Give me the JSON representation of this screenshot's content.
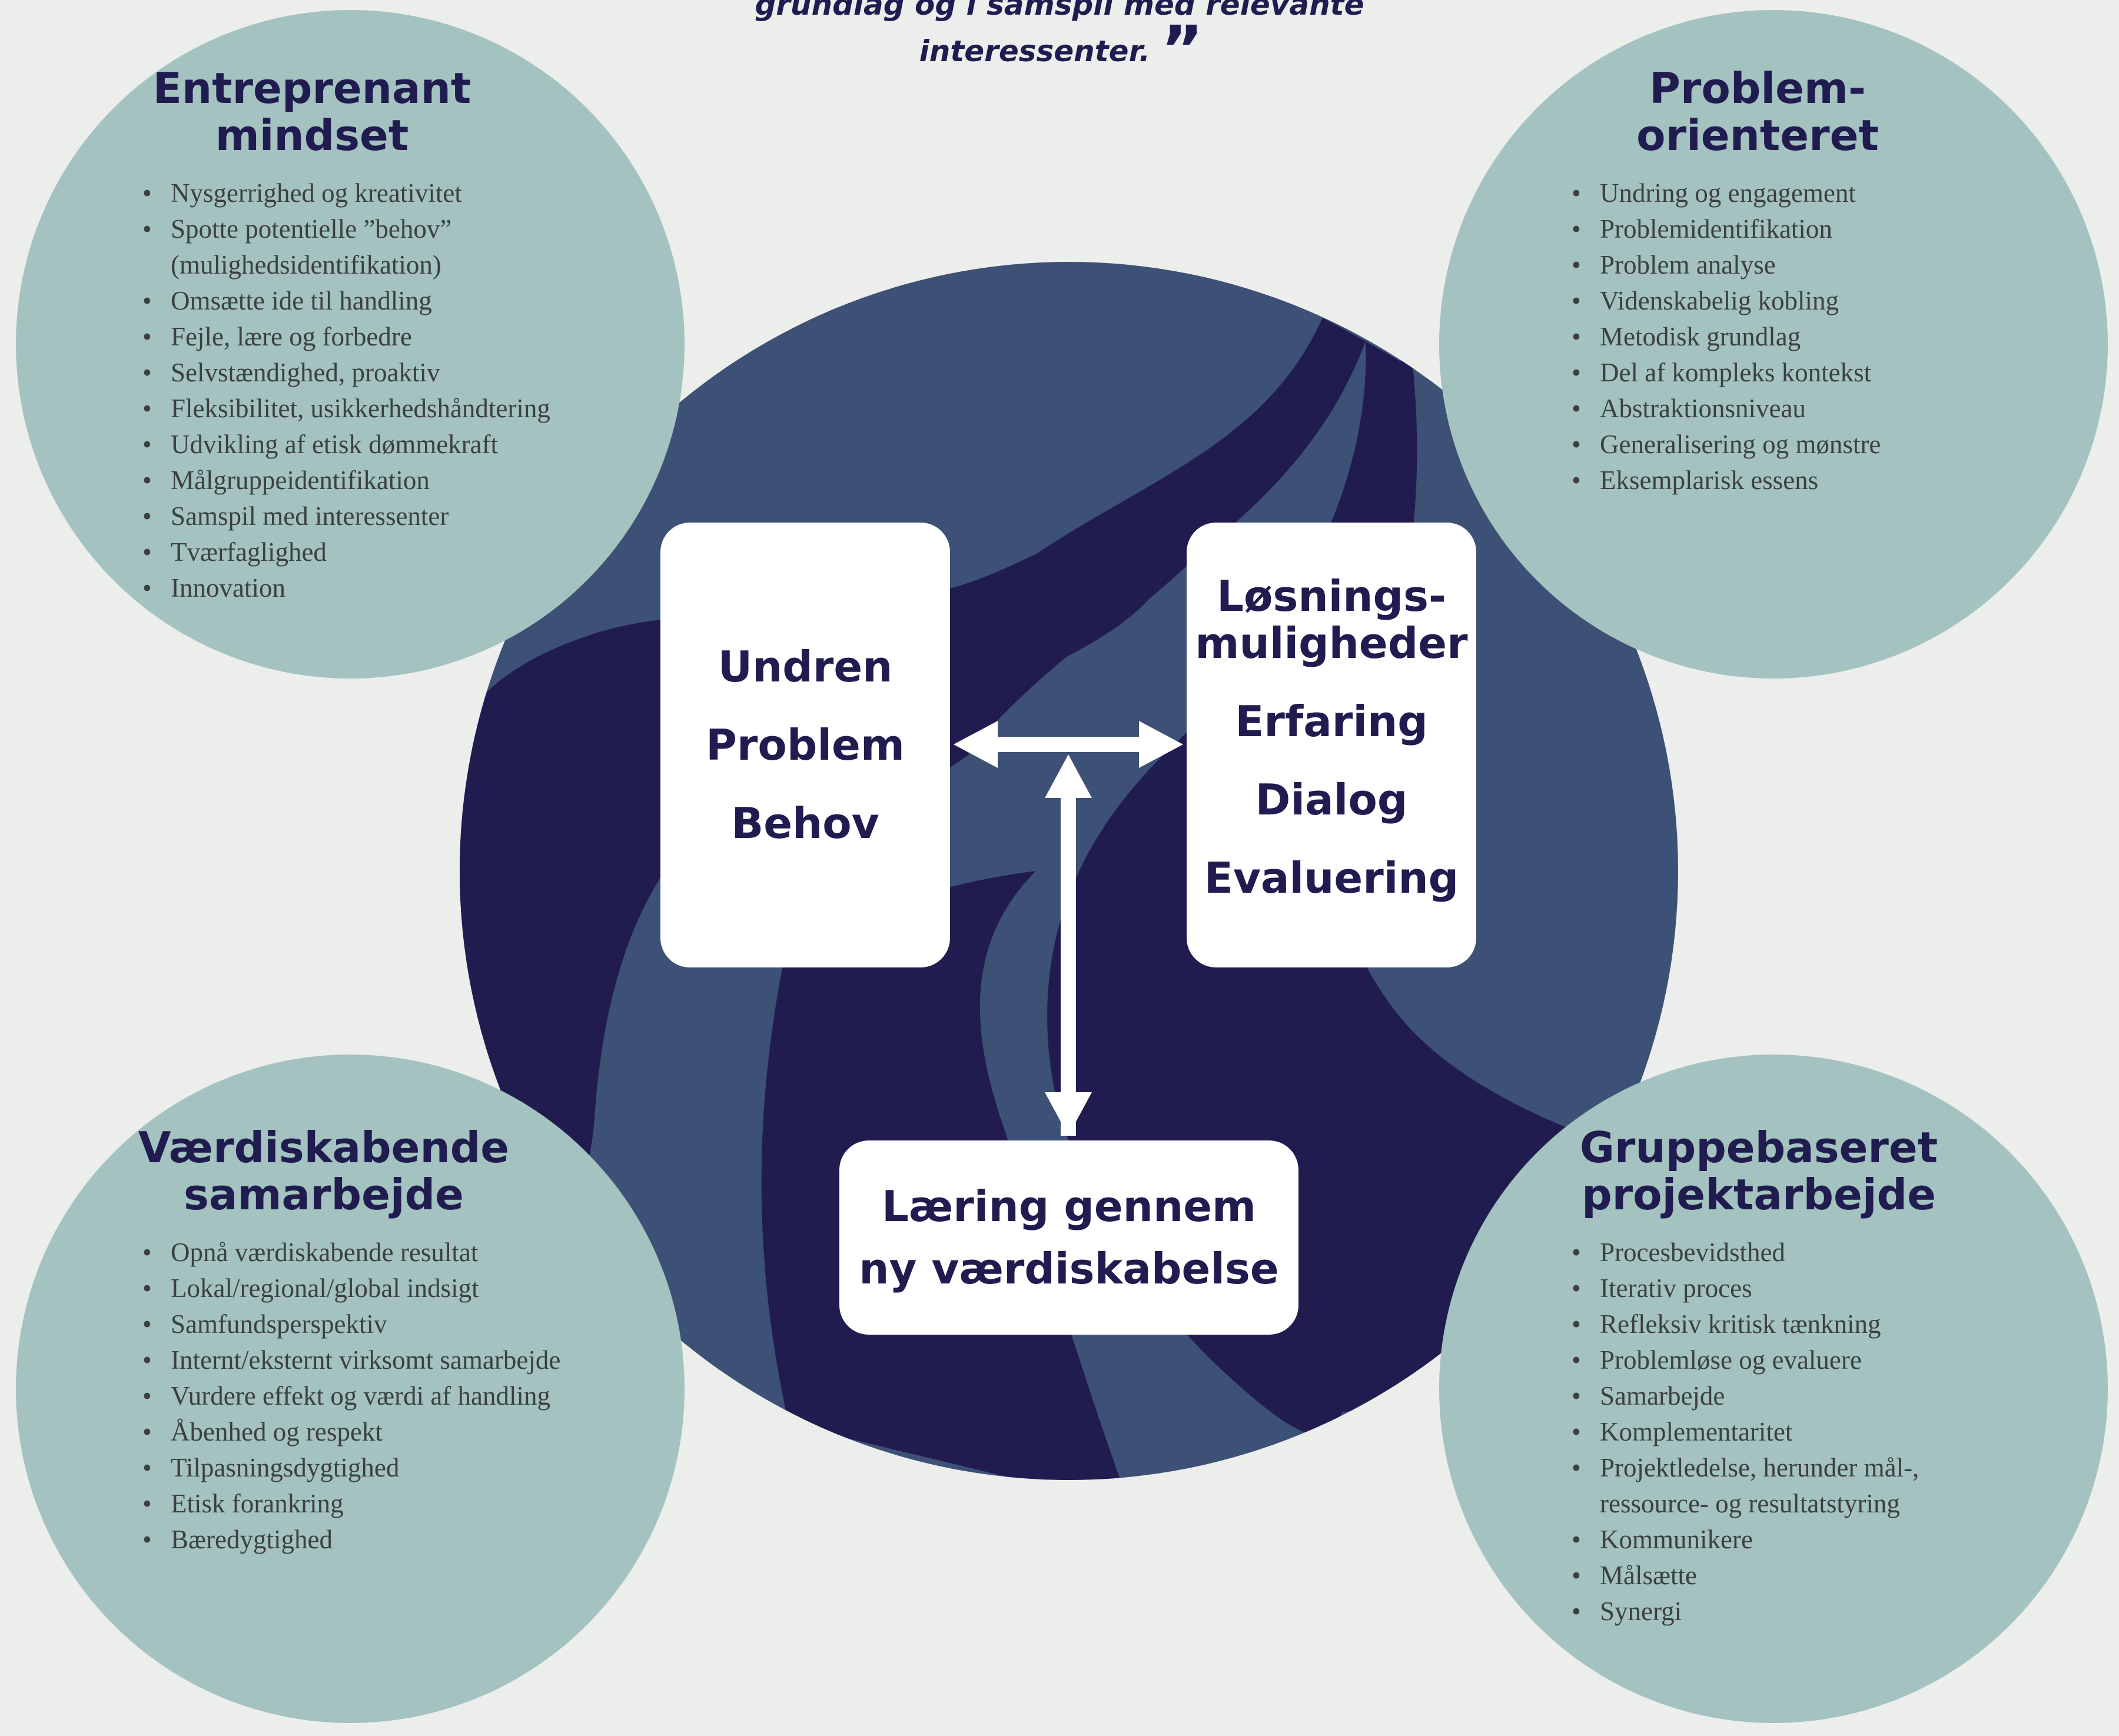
{
  "quote": {
    "line1": "grundlag og i samspil med relevante",
    "line2": "interessenter."
  },
  "colors": {
    "background": "#eceeeb",
    "navy_dark": "#201c50",
    "navy_light": "#3d5075",
    "teal": "#a3c2c0",
    "white": "#ffffff"
  },
  "bubbles": {
    "top_left": {
      "title_line1": "Entreprenant",
      "title_line2": "mindset",
      "items": [
        "Nysgerrighed og kreativitet",
        "Spotte potentielle ”behov”",
        "(mulighedsidentifikation)",
        "Omsætte ide til handling",
        "Fejle, lære og forbedre",
        "Selvstændighed, proaktiv",
        "Fleksibilitet, usikkerhedshåndtering",
        "Udvikling af etisk dømmekraft",
        "Målgruppeidentifikation",
        "Samspil med interessenter",
        "Tværfaglighed",
        "Innovation"
      ]
    },
    "top_right": {
      "title_line1": "Problem-",
      "title_line2": "orienteret",
      "items": [
        "Undring og engagement",
        "Problemidentifikation",
        "Problem analyse",
        "Videnskabelig kobling",
        "Metodisk grundlag",
        "Del af kompleks kontekst",
        "Abstraktionsniveau",
        "Generalisering og mønstre",
        "Eksemplarisk essens"
      ]
    },
    "bottom_left": {
      "title_line1": "Værdiskabende",
      "title_line2": "samarbejde",
      "items": [
        "Opnå værdiskabende resultat",
        "Lokal/regional/global indsigt",
        "Samfundsperspektiv",
        "Internt/eksternt virksomt samarbejde",
        "Vurdere effekt og værdi af handling",
        "Åbenhed og respekt",
        "Tilpasningsdygtighed",
        "Etisk forankring",
        "Bæredygtighed"
      ]
    },
    "bottom_right": {
      "title_line1": "Gruppebaseret",
      "title_line2": "projektarbejde",
      "items": [
        "Procesbevidsthed",
        "Iterativ proces",
        "Refleksiv kritisk tænkning",
        "Problemløse og evaluere",
        "Samarbejde",
        "Komplementaritet",
        "Projektledelse, herunder mål-,",
        "ressource- og resultatstyring",
        "Kommunikere",
        "Målsætte",
        "Synergi"
      ]
    }
  },
  "boxes": {
    "left": {
      "line1": "Undren",
      "line2": "Problem",
      "line3": "Behov"
    },
    "right": {
      "line1": "Løsnings-",
      "line2": "muligheder",
      "line3": "Erfaring",
      "line4": "Dialog",
      "line5": "Evaluering"
    },
    "bottom": {
      "line1": "Læring gennem",
      "line2": "ny værdiskabelse"
    }
  }
}
